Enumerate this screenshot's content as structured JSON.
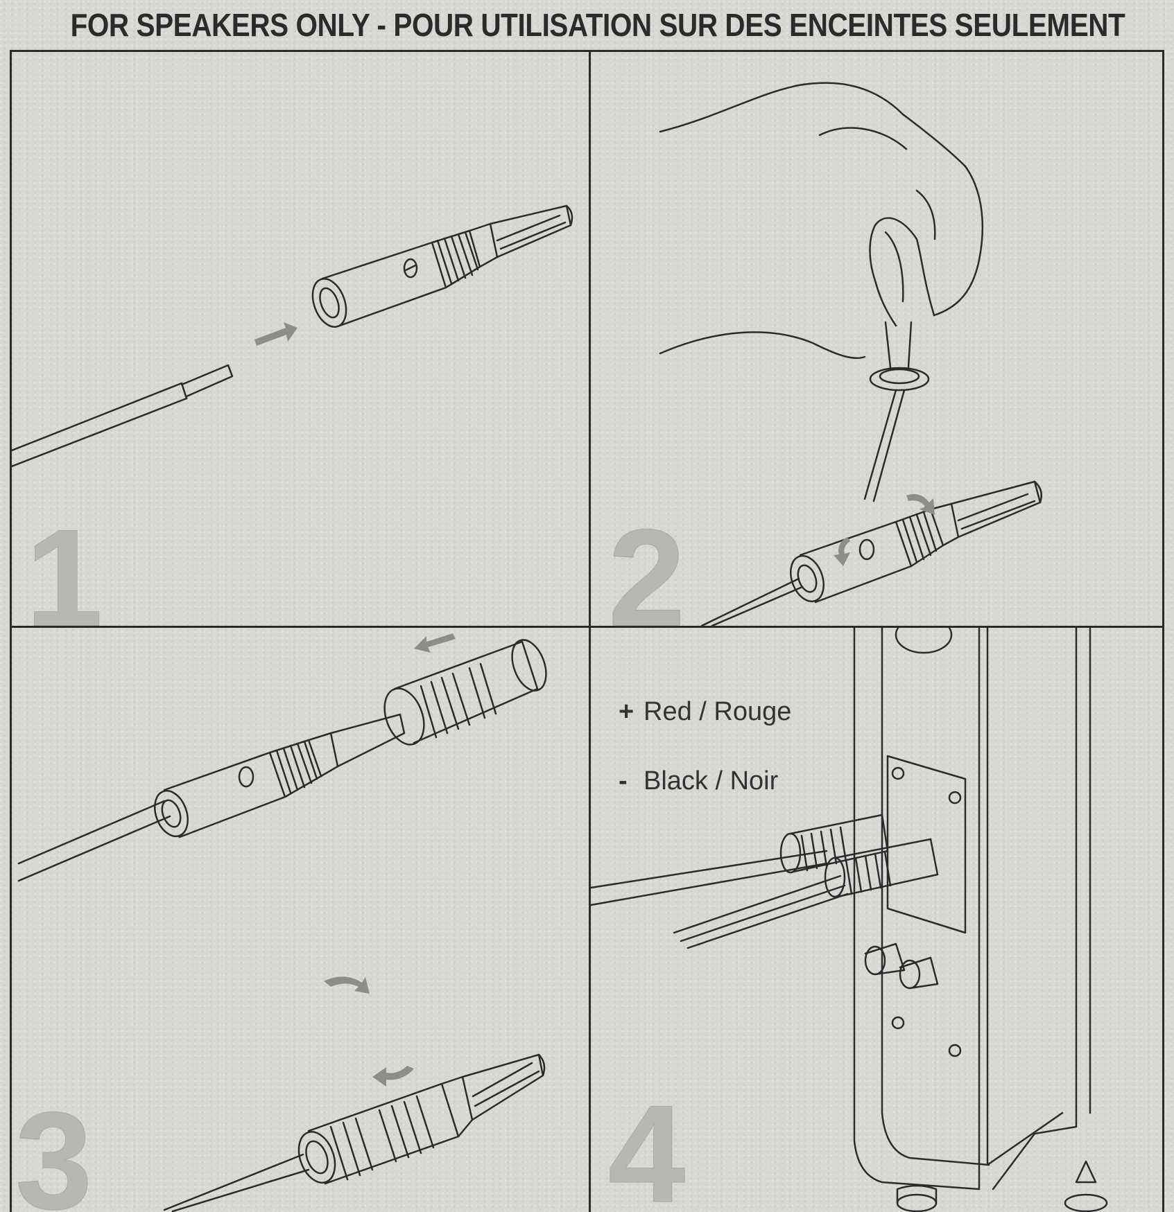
{
  "header": {
    "title": "FOR SPEAKERS ONLY - POUR UTILISATION SUR DES ENCEINTES SEULEMENT"
  },
  "steps": [
    {
      "number": "1"
    },
    {
      "number": "2"
    },
    {
      "number": "3"
    },
    {
      "number": "4"
    }
  ],
  "legend": {
    "positive_symbol": "+",
    "positive_label": "Red / Rouge",
    "negative_symbol": "-",
    "negative_label": "Black / Noir"
  },
  "colors": {
    "background": "#d9d7d4",
    "line": "#2b2b2b",
    "step_number": "#b9b7b4"
  }
}
